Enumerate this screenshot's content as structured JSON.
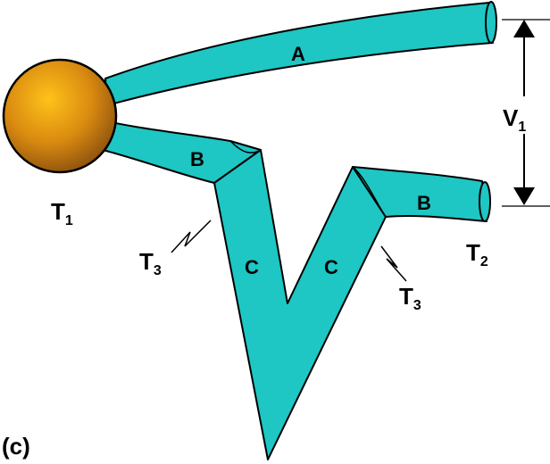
{
  "labels": {
    "wire_a": "A",
    "wire_b_left": "B",
    "wire_b_right": "B",
    "wire_c_left": "C",
    "wire_c_right": "C",
    "t1": "T",
    "t1_sub": "1",
    "t2": "T",
    "t2_sub": "2",
    "t3_left": "T",
    "t3_left_sub": "3",
    "t3_right": "T",
    "t3_right_sub": "3",
    "v1": "V",
    "v1_sub": "1",
    "panel": "(c)"
  },
  "colors": {
    "wire": "#1ec6c4",
    "outline": "#000000",
    "sphere_light": "#ffc21a",
    "sphere_dark": "#9a5a10"
  }
}
